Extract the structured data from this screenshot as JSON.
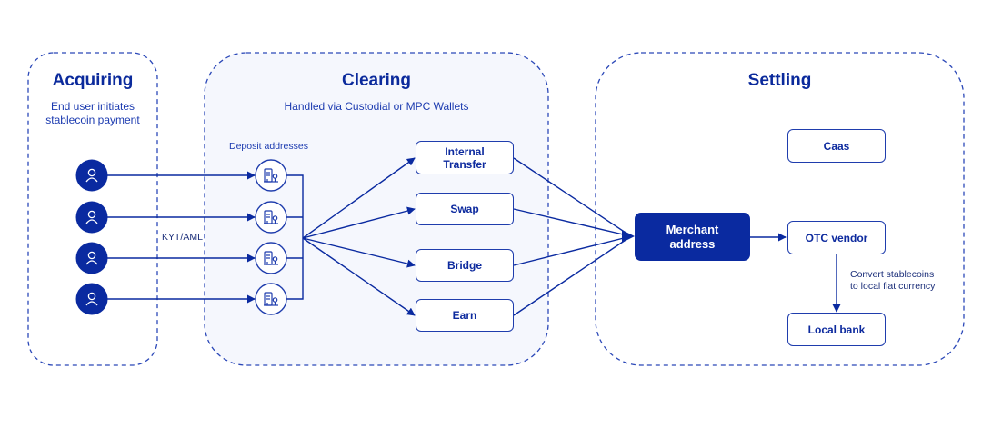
{
  "colors": {
    "primary": "#0a2aa0",
    "line": "#1f3dad",
    "clearing_fill": "#f5f7fd",
    "background": "#ffffff"
  },
  "sections": {
    "acquiring": {
      "title": "Acquiring",
      "subtitle_line1": "End user initiates",
      "subtitle_line2": "stablecoin payment"
    },
    "clearing": {
      "title": "Clearing",
      "subtitle": "Handled via Custodial or MPC Wallets",
      "deposit_label": "Deposit addresses"
    },
    "settling": {
      "title": "Settling"
    }
  },
  "labels": {
    "kyt_aml": "KYT/AML",
    "convert_line1": "Convert stablecoins",
    "convert_line2": "to local fiat currency"
  },
  "users": [
    {
      "icon": "user-icon"
    },
    {
      "icon": "user-icon"
    },
    {
      "icon": "user-icon"
    },
    {
      "icon": "user-icon"
    }
  ],
  "deposit_addresses": [
    {
      "icon": "building-icon"
    },
    {
      "icon": "building-icon"
    },
    {
      "icon": "building-icon"
    },
    {
      "icon": "building-icon"
    }
  ],
  "clearing_nodes": [
    {
      "line1": "Internal",
      "line2": "Transfer"
    },
    {
      "line1": "Swap",
      "line2": ""
    },
    {
      "line1": "Bridge",
      "line2": ""
    },
    {
      "line1": "Earn",
      "line2": ""
    }
  ],
  "merchant": {
    "line1": "Merchant",
    "line2": "address"
  },
  "settling_nodes": {
    "caas": "Caas",
    "otc": "OTC vendor",
    "bank": "Local bank"
  }
}
